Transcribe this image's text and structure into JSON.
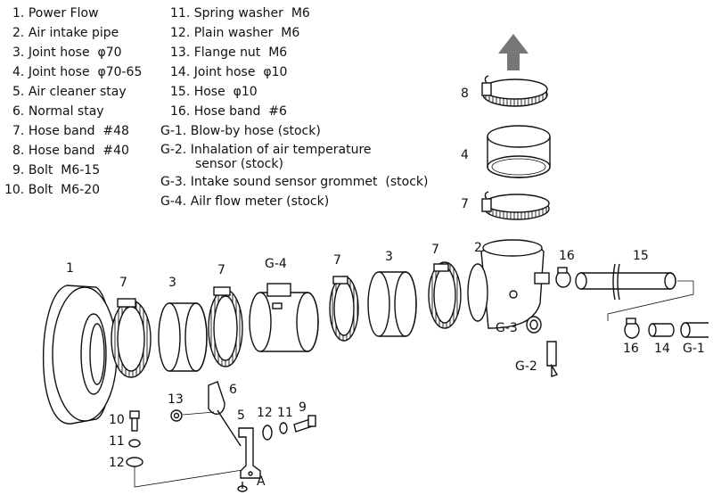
{
  "legend_left": [
    {
      "num": "1.",
      "text": "Power Flow"
    },
    {
      "num": "2.",
      "text": "Air intake pipe"
    },
    {
      "num": "3.",
      "text": "Joint hose  φ70"
    },
    {
      "num": "4.",
      "text": "Joint hose  φ70-65"
    },
    {
      "num": "5.",
      "text": "Air cleaner stay"
    },
    {
      "num": "6.",
      "text": "Normal stay"
    },
    {
      "num": "7.",
      "text": "Hose band  #48"
    },
    {
      "num": "8.",
      "text": "Hose band  #40"
    },
    {
      "num": "9.",
      "text": "Bolt  M6-15"
    },
    {
      "num": "10.",
      "text": "Bolt  M6-20"
    }
  ],
  "legend_right": [
    {
      "num": "11.",
      "text": "Spring washer  M6"
    },
    {
      "num": "12.",
      "text": "Plain washer  M6"
    },
    {
      "num": "13.",
      "text": "Flange nut  M6"
    },
    {
      "num": "14.",
      "text": "Joint hose  φ10"
    },
    {
      "num": "15.",
      "text": "Hose  φ10"
    },
    {
      "num": "16.",
      "text": "Hose band  #6"
    },
    {
      "num": "G-1.",
      "text": "Blow-by hose (stock)"
    },
    {
      "num": "G-2.",
      "text": "Inhalation of air temperature"
    },
    {
      "num": "",
      "text": "sensor (stock)"
    },
    {
      "num": "G-3.",
      "text": "Intake sound sensor grommet  (stock)"
    },
    {
      "num": "G-4.",
      "text": "Ailr flow meter (stock)"
    }
  ],
  "callouts": {
    "p1": "1",
    "p7a": "7",
    "p3a": "3",
    "p7b": "7",
    "g4": "G-4",
    "p7c": "7",
    "p3b": "3",
    "p7d": "7",
    "p2": "2",
    "p16a": "16",
    "p15": "15",
    "p8": "8",
    "p4": "4",
    "p7e": "7",
    "g3": "G-3",
    "g2": "G-2",
    "p16b": "16",
    "p14": "14",
    "g1": "G-1",
    "p13": "13",
    "p6": "6",
    "p10": "10",
    "p11a": "11",
    "p12a": "12",
    "p5": "5",
    "p12b": "12",
    "p11b": "11",
    "p9": "9",
    "pA": "A"
  }
}
